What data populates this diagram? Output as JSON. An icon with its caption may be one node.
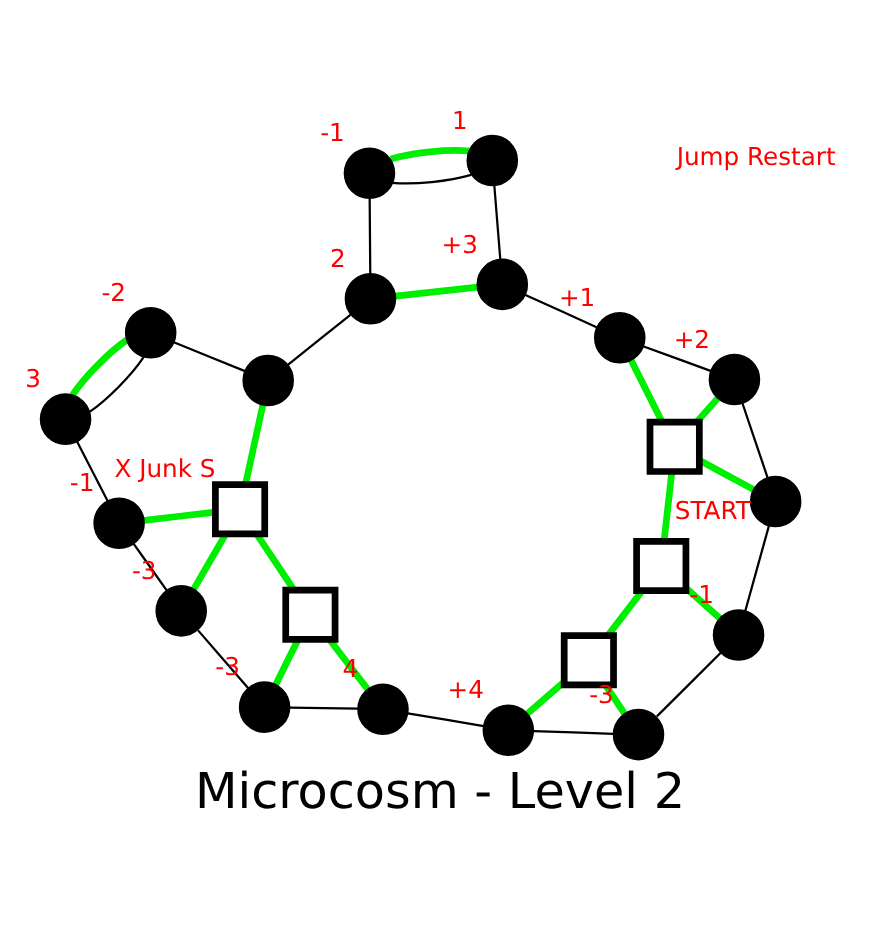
{
  "diagram": {
    "title": "Microcosm - Level 2",
    "nodes": [
      {
        "text": [],
        "shape": "circle",
        "beside": [
          "-1"
        ]
      },
      {
        "text": [],
        "shape": "circle",
        "beside": [
          "-3"
        ]
      },
      {
        "text": [],
        "shape": "box",
        "beside": [
          "X Junk S"
        ]
      },
      {
        "text": [],
        "shape": "circle",
        "beside": [
          "-3"
        ]
      },
      {
        "text": [],
        "shape": "box"
      },
      {
        "text": [],
        "shape": "circle",
        "beside": [
          "4"
        ]
      },
      {
        "text": [],
        "shape": "circle",
        "beside": [
          "+4"
        ]
      },
      {
        "text": [],
        "shape": "box"
      },
      {
        "text": [],
        "shape": "circle",
        "beside": [
          "-3"
        ]
      },
      {
        "text": [],
        "shape": "box"
      },
      {
        "text": [],
        "shape": "circle",
        "beside": [
          "-1"
        ]
      },
      {
        "text": [],
        "shape": "circle",
        "beside": [
          "START"
        ]
      },
      {
        "text": [],
        "shape": "box"
      },
      {
        "text": [],
        "shape": "circle",
        "beside": [
          "+2"
        ]
      },
      {
        "text": [],
        "shape": "circle",
        "beside": [
          "+1"
        ]
      },
      {
        "text": [],
        "shape": "circle",
        "beside": [
          "+3"
        ]
      },
      {
        "text": [],
        "shape": "circle",
        "beside": [
          "1"
        ]
      },
      {
        "text": [],
        "shape": "circle",
        "beside": [
          "-1"
        ]
      },
      {
        "text": [],
        "shape": "circle",
        "beside": [
          "2"
        ]
      },
      {
        "text": [],
        "shape": "circle"
      },
      {
        "text": [],
        "shape": "circle",
        "beside": [
          "-2"
        ]
      },
      {
        "text": [],
        "shape": "circle",
        "beside": [
          "3"
        ]
      }
    ],
    "edges": [
      {
        "from": 0,
        "to": 1,
        "arrow": "none"
      },
      {
        "from": 1,
        "to": 3,
        "arrow": "none"
      },
      {
        "from": 3,
        "to": 5,
        "arrow": "none"
      },
      {
        "from": 5,
        "to": 6,
        "arrow": "none"
      },
      {
        "from": 6,
        "to": 8,
        "arrow": "none"
      },
      {
        "from": 8,
        "to": 10,
        "arrow": "none"
      },
      {
        "from": 10,
        "to": 11,
        "arrow": "none"
      },
      {
        "from": 11,
        "to": 13,
        "arrow": "none"
      },
      {
        "from": 13,
        "to": 14,
        "arrow": "none"
      },
      {
        "from": 14,
        "to": 15,
        "arrow": "none"
      },
      {
        "from": 15,
        "to": 16,
        "arrow": "none"
      },
      {
        "from": 16,
        "to": 17,
        "arrow": "none"
      },
      {
        "from": 17,
        "to": 18,
        "arrow": "none"
      },
      {
        "from": 18,
        "to": 19,
        "arrow": "none"
      },
      {
        "from": 19,
        "to": 20,
        "arrow": "none"
      },
      {
        "from": 20,
        "to": 21,
        "arrow": "none"
      },
      {
        "from": 21,
        "to": 0,
        "arrow": "none"
      },
      {
        "from": 0,
        "to": 2,
        "arrow": "none",
        "style": "thick",
        "color": "#00ee00"
      },
      {
        "from": 1,
        "to": 2,
        "arrow": "none",
        "style": "thick",
        "color": "#00ee00"
      },
      {
        "from": 2,
        "to": 19,
        "arrow": "none",
        "style": "thick",
        "color": "#00ee00"
      },
      {
        "from": 2,
        "to": 4,
        "arrow": "none",
        "style": "thick",
        "color": "#00ee00"
      },
      {
        "from": 3,
        "to": 4,
        "arrow": "none",
        "style": "thick",
        "color": "#00ee00"
      },
      {
        "from": 4,
        "to": 5,
        "arrow": "none",
        "style": "thick",
        "color": "#00ee00"
      },
      {
        "from": 21,
        "to": 20,
        "arrow": "none",
        "style": "thick",
        "color": "#00ee00"
      },
      {
        "from": 18,
        "to": 15,
        "arrow": "none",
        "style": "thick",
        "color": "#00ee00"
      },
      {
        "from": 17,
        "to": 16,
        "arrow": "none",
        "style": "thick",
        "color": "#00ee00"
      },
      {
        "from": 14,
        "to": 12,
        "arrow": "none",
        "style": "thick",
        "color": "#00ee00"
      },
      {
        "from": 13,
        "to": 12,
        "arrow": "none",
        "style": "thick",
        "color": "#00ee00"
      },
      {
        "from": 11,
        "to": 12,
        "arrow": "none",
        "style": "thick",
        "color": "#00ee00"
      },
      {
        "from": 12,
        "to": 9,
        "arrow": "none",
        "style": "thick",
        "color": "#00ee00"
      },
      {
        "from": 9,
        "to": 10,
        "arrow": "none",
        "style": "thick",
        "color": "#00ee00"
      },
      {
        "from": 9,
        "to": 7,
        "arrow": "none",
        "style": "thick",
        "color": "#00ee00"
      },
      {
        "from": 7,
        "to": 6,
        "arrow": "none",
        "style": "thick",
        "color": "#00ee00"
      },
      {
        "from": 7,
        "to": 8,
        "arrow": "none",
        "style": "thick",
        "color": "#00ee00"
      }
    ],
    "labels": [
      "Jump Restart"
    ]
  }
}
